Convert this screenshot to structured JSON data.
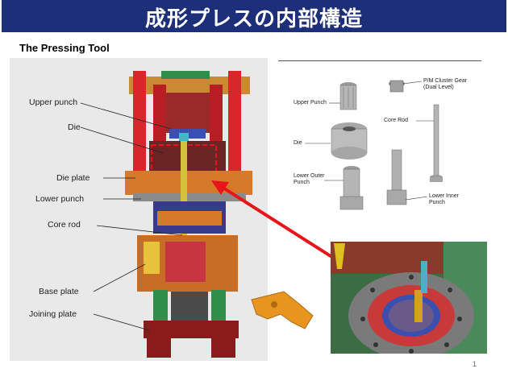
{
  "header": {
    "title": "成形プレスの内部構造"
  },
  "section": {
    "subtitle": "The Pressing Tool"
  },
  "left_labels": {
    "upper_punch": "Upper punch",
    "die": "Die",
    "die_plate": "Die plate",
    "lower_punch": "Lower punch",
    "core_rod": "Core rod",
    "base_plate": "Base plate",
    "joining_plate": "Joining plate"
  },
  "right_labels": {
    "upper_punch": "Upper Punch",
    "cluster_gear_1": "P/M Cluster Gear",
    "cluster_gear_2": "(Dual Level)",
    "core_rod": "Core Rod",
    "die": "Die",
    "lower_outer_1": "Lower Outer",
    "lower_outer_2": "Punch",
    "lower_inner_1": "Lower Inner",
    "lower_inner_2": "Punch"
  },
  "footer": {
    "page_number": "1"
  },
  "colors": {
    "title_band": "#1e2f7a",
    "arrow": "#e8141a",
    "highlight": "#e8141a"
  }
}
